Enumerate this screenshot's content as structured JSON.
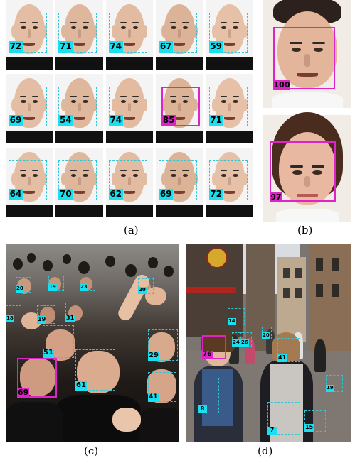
{
  "panel_a": {
    "caption": "(a)",
    "faces": [
      {
        "score": "72",
        "highlight": false
      },
      {
        "score": "71",
        "highlight": false
      },
      {
        "score": "74",
        "highlight": false
      },
      {
        "score": "67",
        "highlight": false
      },
      {
        "score": "59",
        "highlight": false
      },
      {
        "score": "69",
        "highlight": false
      },
      {
        "score": "54",
        "highlight": false
      },
      {
        "score": "74",
        "highlight": false
      },
      {
        "score": "85",
        "highlight": true
      },
      {
        "score": "71",
        "highlight": false
      },
      {
        "score": "64",
        "highlight": false
      },
      {
        "score": "70",
        "highlight": false
      },
      {
        "score": "62",
        "highlight": false
      },
      {
        "score": "69",
        "highlight": false
      },
      {
        "score": "72",
        "highlight": false
      }
    ]
  },
  "panel_b": {
    "caption": "(b)",
    "faces": [
      {
        "score": "100",
        "highlight": true
      },
      {
        "score": "97",
        "highlight": true
      }
    ]
  },
  "panel_c": {
    "caption": "(c)",
    "boxes": [
      {
        "score": "20",
        "highlight": false
      },
      {
        "score": "19",
        "highlight": false
      },
      {
        "score": "23",
        "highlight": false
      },
      {
        "score": "18",
        "highlight": false
      },
      {
        "score": "20",
        "highlight": false
      },
      {
        "score": "19",
        "highlight": false
      },
      {
        "score": "31",
        "highlight": false
      },
      {
        "score": "51",
        "highlight": false
      },
      {
        "score": "29",
        "highlight": false
      },
      {
        "score": "61",
        "highlight": false
      },
      {
        "score": "69",
        "highlight": true
      },
      {
        "score": "41",
        "highlight": false
      }
    ]
  },
  "panel_d": {
    "caption": "(d)",
    "boxes": [
      {
        "score": "14",
        "highlight": false
      },
      {
        "score": "76",
        "highlight": true
      },
      {
        "score": "24",
        "highlight": false
      },
      {
        "score": "26",
        "highlight": false
      },
      {
        "score": "20",
        "highlight": false
      },
      {
        "score": "41",
        "highlight": false
      },
      {
        "score": "8",
        "highlight": false
      },
      {
        "score": "19",
        "highlight": false
      },
      {
        "score": "7",
        "highlight": false
      },
      {
        "score": "15",
        "highlight": false
      }
    ]
  }
}
